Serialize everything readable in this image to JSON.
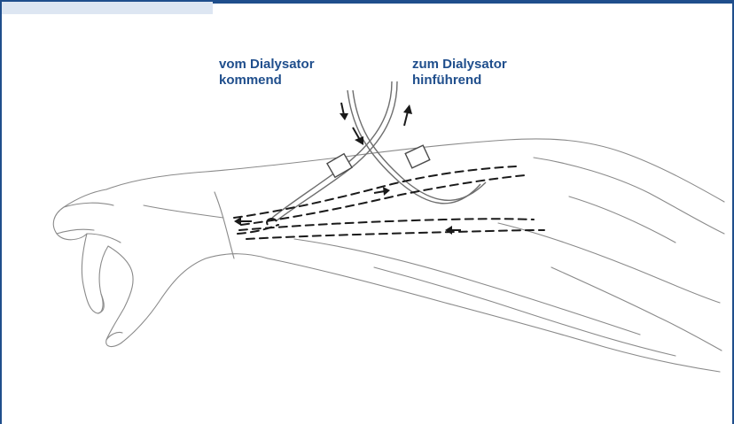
{
  "labels": {
    "from_dialyzer": {
      "line1": "vom Dialysator",
      "line2": "kommend"
    },
    "to_dialyzer": {
      "line1": "zum Dialysator",
      "line2": "hinführend"
    }
  },
  "colors": {
    "label_blue": "#1f4e8c",
    "frame_blue": "#1f4e8c",
    "header_tab": "#dde6f2",
    "sketch_gray": "#8a8a8a",
    "vessel_dash": "#1a1a1a"
  },
  "icons": [
    "forearm-sketch",
    "tube-from-dialyzer",
    "tube-to-dialyzer",
    "fixation-clip",
    "flow-arrow",
    "vessel-dashed-line"
  ]
}
